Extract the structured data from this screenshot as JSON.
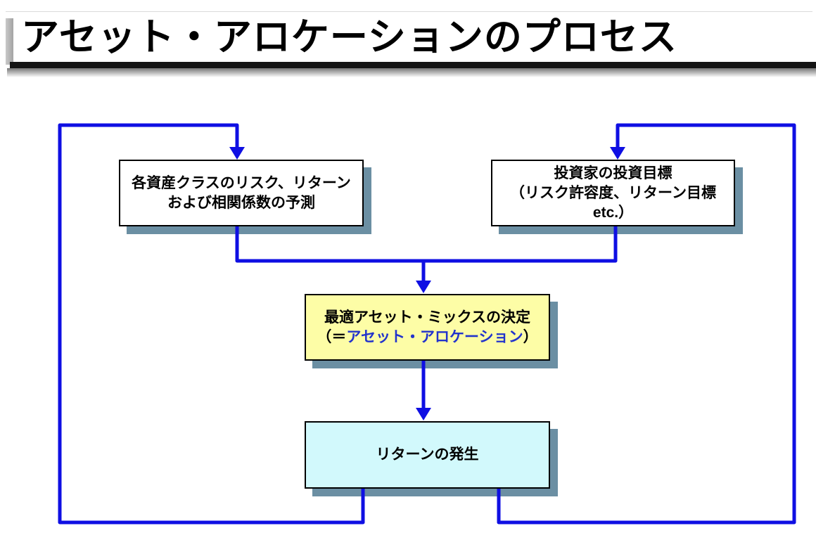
{
  "page_title": "アセット・アロケーションのプロセス",
  "diagram": {
    "forecast_box": {
      "line1": "各資産クラスのリスク、リターン",
      "line2": "および相関係数の予測"
    },
    "objectives_box": {
      "line1": "投資家の投資目標",
      "line2": "（リスク許容度、リターン目標etc.）"
    },
    "decision_box": {
      "line1": "最適アセット・ミックスの決定",
      "line2_open": "（＝",
      "line2_emphasis": "アセット・アロケーション",
      "line2_close": "）"
    },
    "returns_box": {
      "label": "リターンの発生"
    }
  },
  "colors": {
    "connector_blue": "#0f0fe3",
    "emphasis_blue": "#2233cc",
    "decision_fill": "#fdfda6",
    "returns_fill": "#d2f9fc",
    "shadow": "#6b8fa3"
  }
}
